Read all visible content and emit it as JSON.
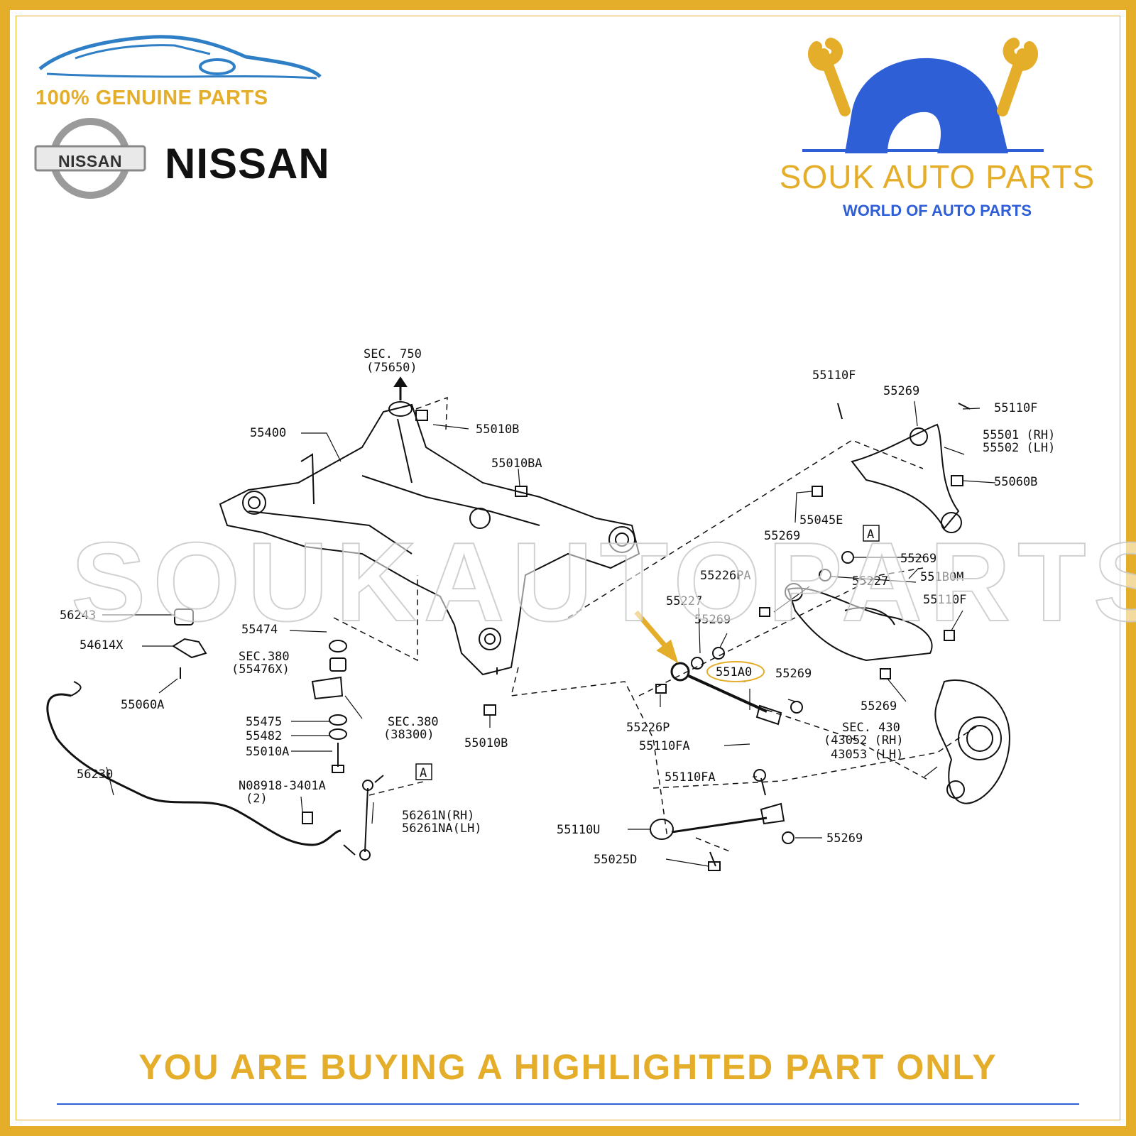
{
  "header": {
    "genuine_text": "100% GENUINE PARTS",
    "brand": "NISSAN",
    "brand_logo_text": "NISSAN"
  },
  "shop": {
    "name": "SOUK AUTO PARTS",
    "tagline": "WORLD OF AUTO PARTS"
  },
  "watermark": "SOUKAUTOPARTS",
  "diagram": {
    "highlighted_part": "551A0",
    "labels": {
      "sec750": "SEC. 750",
      "sec750_sub": "(75650)",
      "p55400": "55400",
      "p55010b_top": "55010B",
      "p55010ba": "55010BA",
      "p56243": "56243",
      "p54614x": "54614X",
      "p55060a": "55060A",
      "p56230": "56230",
      "p55474": "55474",
      "sec380a": "SEC.380",
      "sec380a_sub": "(55476X)",
      "p55475": "55475",
      "p55482": "55482",
      "p55010a": "55010A",
      "sec380b": "SEC.380",
      "sec380b_sub": "(38300)",
      "p55010b_bottom": "55010B",
      "p08918": "N08918-3401A",
      "p08918_qty": "(2)",
      "boxA_left": "A",
      "p56261_rh": "56261N(RH)",
      "p56261_lh": "56261NA(LH)",
      "p55110f_top": "55110F",
      "p55269_top": "55269",
      "p55110f_right": "55110F",
      "p55501": "55501 (RH)",
      "p55502": "55502 (LH)",
      "p55060b": "55060B",
      "p55045e": "55045E",
      "p55269_mid": "55269",
      "boxA_right": "A",
      "p55269_r2": "55269",
      "p55226pa": "55226PA",
      "p55227_a": "55227",
      "p551b0m": "551B0M",
      "p55227_b": "55227",
      "p55110f_r3": "55110F",
      "p55269_c": "55269",
      "p551a0": "551A0",
      "p55269_d": "55269",
      "p55269_e": "55269",
      "p55226p": "55226P",
      "p55110fa_a": "55110FA",
      "sec430": "SEC. 430",
      "p43052": "(43052 (RH)",
      "p43053": "43053 (LH)",
      "p55110fa_b": "55110FA",
      "p55110u": "55110U",
      "p55269_f": "55269",
      "p55025d": "55025D"
    }
  },
  "footer": {
    "notice": "YOU ARE BUYING A HIGHLIGHTED PART ONLY"
  },
  "colors": {
    "accent_gold": "#e4ad2a",
    "brand_blue": "#2f5fd6"
  }
}
